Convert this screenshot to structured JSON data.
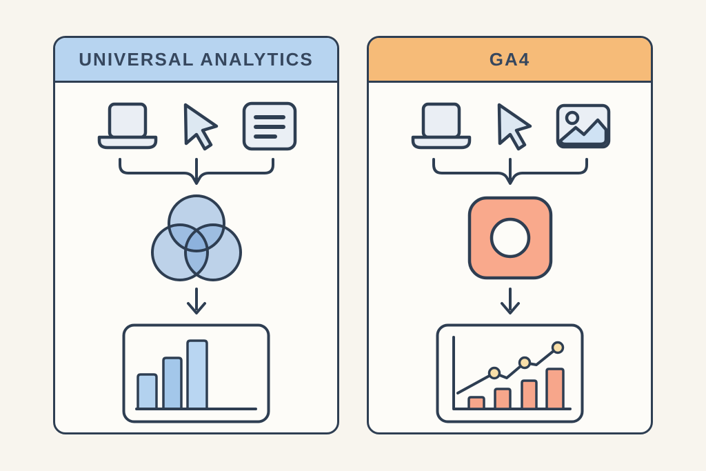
{
  "diagram": {
    "background_color": "#f8f5ee",
    "outline_color": "#2e3e52",
    "description": "Comparison flow diagram of Universal Analytics vs GA4 data models"
  },
  "cards": [
    {
      "id": "universal-analytics",
      "title": "UNIVERSAL ANALYTICS",
      "header_color": "#b7d4f0",
      "accent_color": "#aecfee",
      "input_icons": [
        "laptop-icon",
        "cursor-icon",
        "document-icon"
      ],
      "process_icon": "venn-diagram-icon",
      "output_icon": "bar-chart-icon",
      "output_chart": {
        "type": "bar",
        "bars": 3,
        "relative_heights": [
          50,
          74,
          99
        ]
      }
    },
    {
      "id": "ga4",
      "title": "GA4",
      "header_color": "#f6bb78",
      "accent_color": "#f9a98c",
      "input_icons": [
        "laptop-icon",
        "cursor-icon",
        "image-icon"
      ],
      "process_icon": "event-square-icon",
      "output_icon": "trend-chart-icon",
      "output_chart": {
        "type": "bar-with-trend-line",
        "bars": 4,
        "relative_heights": [
          17,
          29,
          41,
          58
        ],
        "trend_markers": 3,
        "marker_color": "#f8dfa9"
      }
    }
  ]
}
